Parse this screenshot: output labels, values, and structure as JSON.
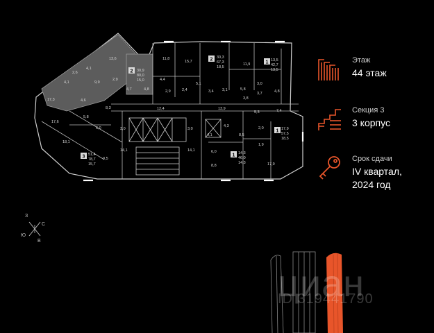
{
  "info": {
    "floor_label": "Этаж",
    "floor_value": "44 этаж",
    "section_label": "Секция 3",
    "section_value": "3 корпус",
    "deadline_label": "Срок сдачи",
    "deadline_value_line1": "IV квартал,",
    "deadline_value_line2": "2024 год",
    "accent_color": "#e8552a"
  },
  "compass": {
    "north": "З",
    "east": "С",
    "south": "В",
    "west": "Ю"
  },
  "watermark": {
    "brand": "циан",
    "id": "ID 319441790"
  },
  "apartments": [
    {
      "rooms": "2",
      "area_living": "30,9",
      "area_total": "80,0",
      "extra": "15,0"
    },
    {
      "rooms": "2",
      "area_living": "30,3",
      "area_total": "67,3",
      "extra": "18,5"
    },
    {
      "rooms": "1",
      "area_living": "13,5",
      "area_total": "42,7",
      "extra": "13,5"
    },
    {
      "rooms": "3",
      "area_living": "51,4",
      "area_total": "78,7",
      "extra": "15,7"
    },
    {
      "rooms": "1",
      "area_living": "14,3",
      "area_total": "46,0",
      "extra": "14,3"
    },
    {
      "rooms": "1",
      "area_living": "17,9",
      "area_total": "57,5",
      "extra": "18,5"
    }
  ],
  "room_labels": [
    "13,6",
    "17,3",
    "4,1",
    "2,6",
    "4,1",
    "9,9",
    "2,9",
    "4,6",
    "17,6",
    "18,1",
    "8,3",
    "6,0",
    "3,0",
    "5,8",
    "9,5",
    "14,1",
    "11,8",
    "15,7",
    "4,4",
    "4,7",
    "4,8",
    "2,9",
    "2,4",
    "12,4",
    "3,0",
    "14,1",
    "5,1",
    "3,4",
    "3,1",
    "5,8",
    "13,9",
    "11,9",
    "3,0",
    "4,8",
    "5,3",
    "7,4",
    "2,0",
    "1,9",
    "17,9",
    "4,1",
    "4,3",
    "6,0",
    "8,8",
    "8,5",
    "3,7",
    "3,8"
  ]
}
